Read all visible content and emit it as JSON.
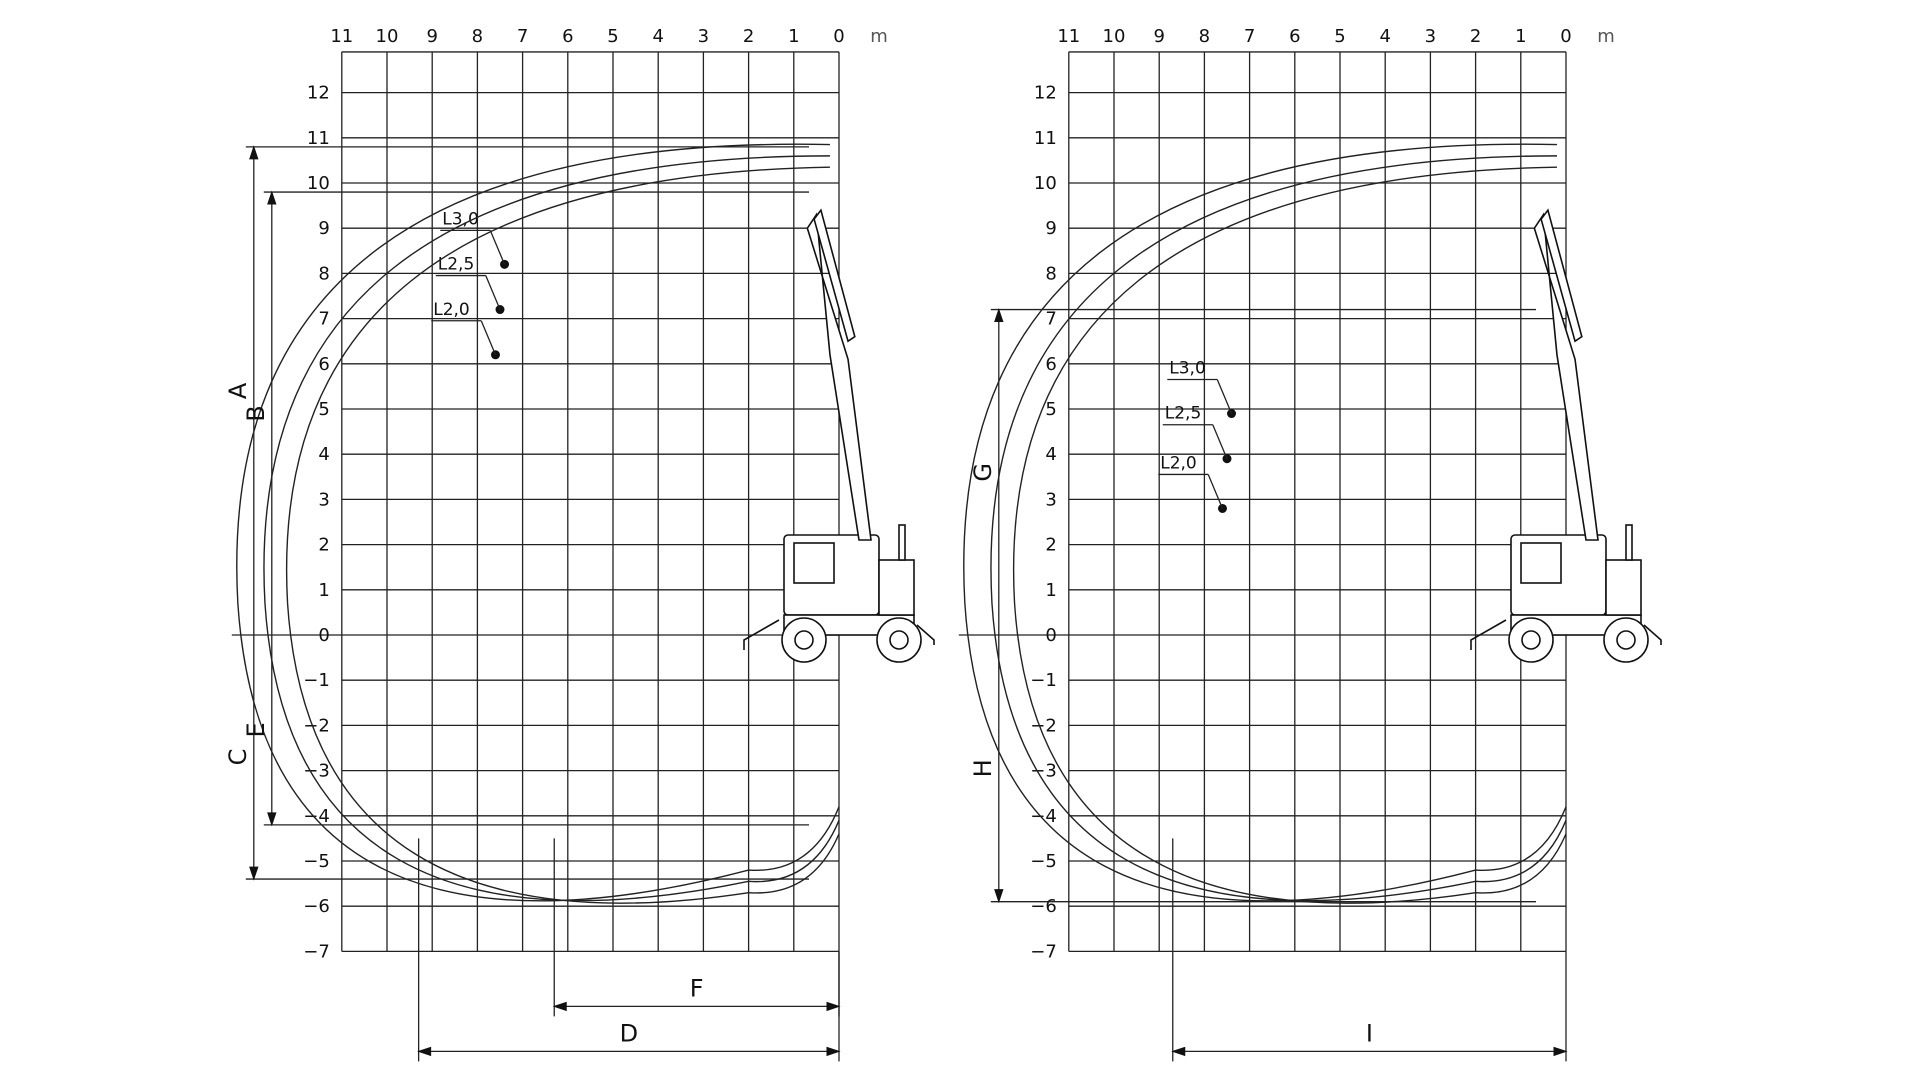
{
  "unit": "m",
  "x_ticks": [
    "11",
    "10",
    "9",
    "8",
    "7",
    "6",
    "5",
    "4",
    "3",
    "2",
    "1",
    "0"
  ],
  "y_ticks": [
    "12",
    "11",
    "10",
    "9",
    "8",
    "7",
    "6",
    "5",
    "4",
    "3",
    "2",
    "1",
    "0",
    "−1",
    "−2",
    "−3",
    "−4",
    "−5",
    "−6",
    "−7"
  ],
  "left": {
    "curves": [
      {
        "label": "L3,0",
        "point": [
          7.4,
          8.2
        ]
      },
      {
        "label": "L2,5",
        "point": [
          7.5,
          7.2
        ]
      },
      {
        "label": "L2,0",
        "point": [
          7.6,
          6.2
        ]
      }
    ],
    "dimensions": [
      {
        "letter": "A",
        "from": 0,
        "to": 10.8
      },
      {
        "letter": "B",
        "from": 0,
        "to": 9.8
      },
      {
        "letter": "C",
        "from": 0,
        "to": -5.4
      },
      {
        "letter": "E",
        "from": 0,
        "to": -4.2
      },
      {
        "letter": "F",
        "from": 6.3,
        "to": 0
      },
      {
        "letter": "D",
        "from": 9.3,
        "to": 0
      }
    ]
  },
  "right": {
    "curves": [
      {
        "label": "L3,0",
        "point": [
          7.4,
          4.9
        ]
      },
      {
        "label": "L2,5",
        "point": [
          7.5,
          3.9
        ]
      },
      {
        "label": "L2,0",
        "point": [
          7.6,
          2.8
        ]
      }
    ],
    "dimensions": [
      {
        "letter": "G",
        "from": 0,
        "to": 7.2
      },
      {
        "letter": "H",
        "from": 0,
        "to": -5.9
      },
      {
        "letter": "I",
        "from": 8.7,
        "to": 0
      }
    ]
  }
}
